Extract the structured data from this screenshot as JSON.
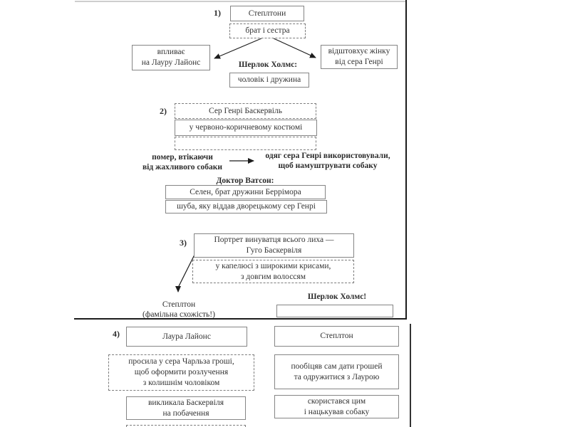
{
  "palette": {
    "divider_line": "#1c1c1c",
    "box_border": "#858585",
    "dashed_border": "#7d7d7d",
    "faint_top_line": "#bdbdbd",
    "text": "#2e2e2e"
  },
  "section1": {
    "number": "1)",
    "stepltony": "Степлтони",
    "brother_sister": "брат і сестра",
    "influences": "впливає\nна Лауру Лайонс",
    "pushes_away": "відштовхує жінку\nвід сера Генрі",
    "holmes_heading": "Шерлок Холмс:",
    "husband_wife": "чоловік і дружина"
  },
  "section2": {
    "number": "2)",
    "sir_henry": "Сер Генрі Баскервіль",
    "costume": "у червоно-коричневому костюмі",
    "died_note": "помер, втікаючи\nвід жахливого собаки",
    "clothes_note": "одяг сера Генрі використовували,\nщоб намуштрувати собаку",
    "watson_heading": "Доктор Ватсон:",
    "selden": "Селен, брат дружини Беррімора",
    "fur_coat": "шуба, яку віддав дворецькому сер Генрі"
  },
  "section3": {
    "number": "3)",
    "portrait": "Портрет винуватця всього лиха —\nГуго Баскервіля",
    "hat": "у капелюсі з широкими крисами,\nз довгим волоссям",
    "stapleton_note": "Степлтон\n(фамільна схожість!)",
    "holmes_exclaim": "Шерлок Холмс!"
  },
  "section4": {
    "number": "4)",
    "laura": "Лаура Лайонс",
    "stapleton": "Степлтон",
    "asked_money": "просила у сера Чарльза гроші,\nщоб оформити розлучення\nз колишнім чоловіком",
    "promised": "пообіцяв сам дати грошей\nта одружитися з Лаурою",
    "invited": "викликала Баскервіля\nна побачення",
    "used_it": "скористався цим\nі нацькував собаку"
  }
}
